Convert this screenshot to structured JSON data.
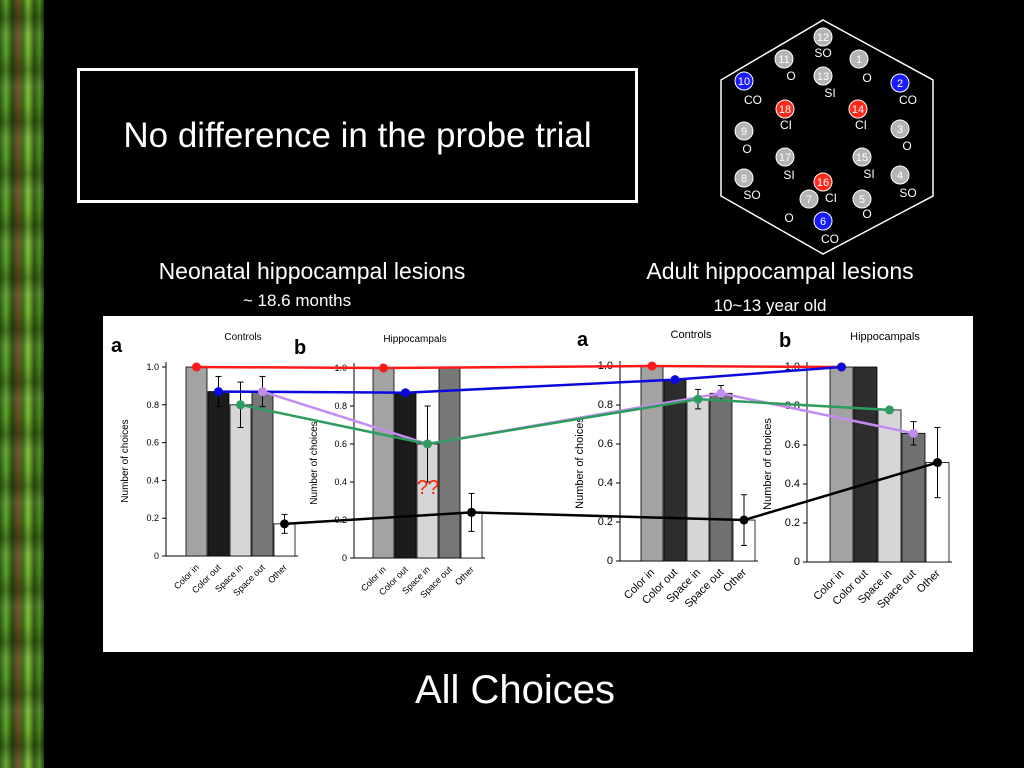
{
  "slide": {
    "title": "No difference in the probe trial",
    "left_heading": "Neonatal hippocampal lesions",
    "left_sub": "~ 18.6 months",
    "right_heading": "Adult hippocampal lesions",
    "right_sub": "10~13 year old",
    "bottom_label": "All Choices",
    "question_marks": "??"
  },
  "maze": {
    "wells": [
      {
        "n": "12",
        "color": "#b4b4b4",
        "label": "SO"
      },
      {
        "n": "11",
        "color": "#b4b4b4",
        "label": "O"
      },
      {
        "n": "1",
        "color": "#b4b4b4",
        "label": "O"
      },
      {
        "n": "13",
        "color": "#b4b4b4",
        "label": "SI"
      },
      {
        "n": "10",
        "color": "#1a1aff",
        "label": "CO"
      },
      {
        "n": "2",
        "color": "#1a1aff",
        "label": "CO"
      },
      {
        "n": "18",
        "color": "#ff2a1a",
        "label": "CI"
      },
      {
        "n": "14",
        "color": "#ff2a1a",
        "label": "CI"
      },
      {
        "n": "9",
        "color": "#b4b4b4",
        "label": "O"
      },
      {
        "n": "3",
        "color": "#b4b4b4",
        "label": "O"
      },
      {
        "n": "17",
        "color": "#b4b4b4",
        "label": "SI"
      },
      {
        "n": "15",
        "color": "#b4b4b4",
        "label": "SI"
      },
      {
        "n": "8",
        "color": "#b4b4b4",
        "label": "SO"
      },
      {
        "n": "4",
        "color": "#b4b4b4",
        "label": "SO"
      },
      {
        "n": "16",
        "color": "#ff2a1a",
        "label": "CI"
      },
      {
        "n": "7",
        "color": "#b4b4b4",
        "label": "O"
      },
      {
        "n": "5",
        "color": "#b4b4b4",
        "label": "O"
      },
      {
        "n": "6",
        "color": "#1a1aff",
        "label": "CO"
      }
    ]
  },
  "chart_data": [
    {
      "type": "bar",
      "panel_letter": "a",
      "title": "Controls",
      "ylabel": "Number of choices",
      "categories": [
        "Color in",
        "Color out",
        "Space in",
        "Space out",
        "Other"
      ],
      "values": [
        1.0,
        0.87,
        0.8,
        0.87,
        0.17
      ],
      "errors": [
        0,
        0.08,
        0.12,
        0.08,
        0.05
      ],
      "fills": [
        "#a3a3a3",
        "#1c1c1c",
        "#d6d6d6",
        "#777777",
        "#ffffff"
      ],
      "ylim": [
        0,
        1.0
      ],
      "yticks": [
        "0",
        "0.2",
        "0.4",
        "0.6",
        "0.8",
        "1.0"
      ]
    },
    {
      "type": "bar",
      "panel_letter": "b",
      "title": "Hippocampals",
      "ylabel": "Number of choices",
      "categories": [
        "Color in",
        "Color out",
        "Space in",
        "Space out",
        "Other"
      ],
      "values": [
        1.0,
        0.87,
        0.6,
        1.0,
        0.24
      ],
      "errors": [
        0,
        0,
        0.2,
        0,
        0.1
      ],
      "fills": [
        "#a3a3a3",
        "#1c1c1c",
        "#d6d6d6",
        "#777777",
        "#ffffff"
      ],
      "ylim": [
        0,
        1.0
      ],
      "yticks": [
        "0",
        "0.2",
        "0.4",
        "0.6",
        "0.8",
        "1.0"
      ]
    },
    {
      "type": "bar",
      "panel_letter": "a",
      "title": "Controls",
      "ylabel": "Number of choices",
      "categories": [
        "Color in",
        "Color out",
        "Space in",
        "Space out",
        "Other"
      ],
      "values": [
        1.0,
        0.93,
        0.83,
        0.86,
        0.21
      ],
      "errors": [
        0,
        0,
        0.05,
        0.04,
        0.13
      ],
      "fills": [
        "#a3a3a3",
        "#2e2e2e",
        "#d6d6d6",
        "#707070",
        "#ffffff"
      ],
      "ylim": [
        0,
        1.0
      ],
      "yticks": [
        "0",
        "0.2",
        "0.4",
        "0.6",
        "0.8",
        "1.0"
      ]
    },
    {
      "type": "bar",
      "panel_letter": "b",
      "title": "Hippocampals",
      "ylabel": "Number of choices",
      "categories": [
        "Color in",
        "Color out",
        "Space in",
        "Space out",
        "Other"
      ],
      "values": [
        1.0,
        1.0,
        0.78,
        0.66,
        0.51
      ],
      "errors": [
        0,
        0,
        0,
        0.06,
        0.18
      ],
      "fills": [
        "#a3a3a3",
        "#2e2e2e",
        "#d6d6d6",
        "#707070",
        "#ffffff"
      ],
      "ylim": [
        0,
        1.0
      ],
      "yticks": [
        "0",
        "0.2",
        "0.4",
        "0.6",
        "0.8",
        "1.0"
      ]
    }
  ],
  "overlay_lines": [
    {
      "color": "#ff1a1a",
      "points": [
        [
          0,
          0
        ],
        [
          1,
          0
        ],
        [
          2,
          0
        ],
        [
          3,
          0
        ]
      ]
    },
    {
      "color": "#0a0adc",
      "points": [
        [
          0,
          1
        ],
        [
          1,
          1
        ],
        [
          2,
          1
        ],
        [
          3,
          0
        ]
      ]
    },
    {
      "color": "#c48cf0",
      "points": [
        [
          0,
          3
        ],
        [
          1,
          2
        ],
        [
          2,
          3
        ],
        [
          3,
          3
        ]
      ]
    },
    {
      "color": "#2e9c5e",
      "points": [
        [
          0,
          2
        ],
        [
          1,
          2
        ],
        [
          2,
          2
        ],
        [
          3,
          2
        ]
      ]
    },
    {
      "color": "#000000",
      "points": [
        [
          0,
          4
        ],
        [
          1,
          4
        ],
        [
          2,
          4
        ],
        [
          3,
          4
        ]
      ]
    }
  ]
}
